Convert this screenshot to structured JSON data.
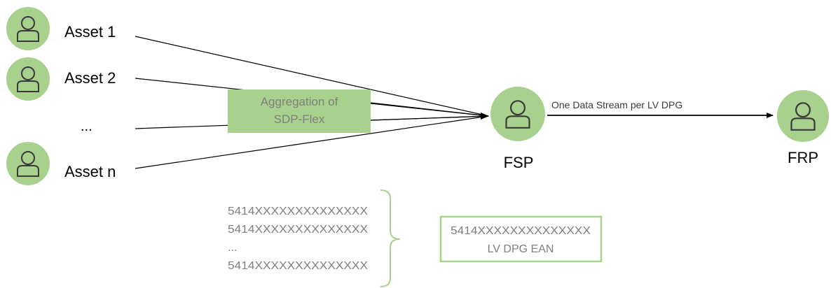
{
  "assets": [
    {
      "label": "Asset 1"
    },
    {
      "label": "Asset 2"
    },
    {
      "label": "..."
    },
    {
      "label": "Asset n"
    }
  ],
  "aggregation": {
    "line1": "Aggregation of",
    "line2": "SDP-Flex"
  },
  "fsp": {
    "label": "FSP"
  },
  "frp": {
    "label": "FRP"
  },
  "stream_label": "One Data Stream per LV DPG",
  "ean_list": [
    "5414XXXXXXXXXXXXXX",
    "5414XXXXXXXXXXXXXX",
    "...",
    "5414XXXXXXXXXXXXXX"
  ],
  "dpg_box": {
    "line1": "5414XXXXXXXXXXXXXX",
    "line2": "LV DPG EAN"
  },
  "colors": {
    "node_fill": "#a9d18e",
    "node_stroke": "#ffffff",
    "agg_fill": "#a9d18e",
    "agg_text": "#7f7f7f",
    "box_border": "#a9d18e",
    "text_dark": "#000000",
    "text_gray": "#7f7f7f",
    "line": "#000000"
  },
  "icons": {
    "person": "person-icon"
  }
}
